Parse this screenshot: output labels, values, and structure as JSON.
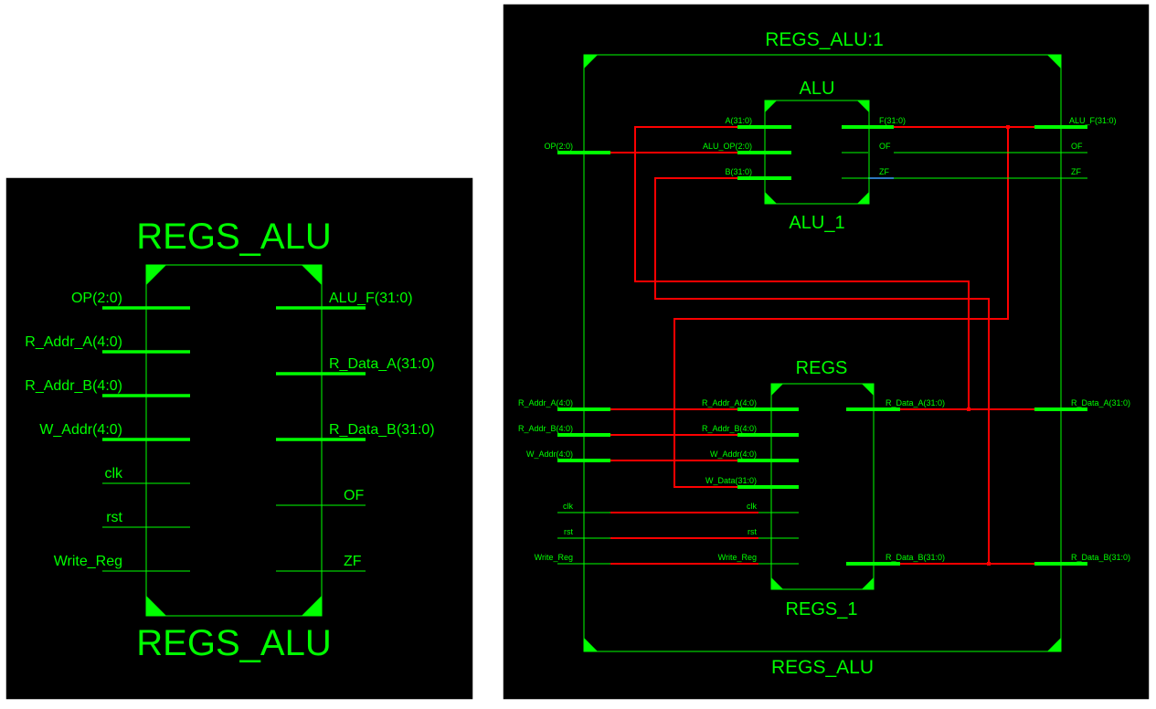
{
  "colors": {
    "background": "#000000",
    "border_frame": "#ffffff",
    "symbol": "#00ff00",
    "net": "#ff0000",
    "net_blue": "#3aa0ff"
  },
  "left_panel": {
    "title_top": "REGS_ALU",
    "title_bottom": "REGS_ALU",
    "inputs": [
      "OP(2:0)",
      "R_Addr_A(4:0)",
      "R_Addr_B(4:0)",
      "W_Addr(4:0)",
      "clk",
      "rst",
      "Write_Reg"
    ],
    "outputs": [
      "ALU_F(31:0)",
      "R_Data_A(31:0)",
      "R_Data_B(31:0)",
      "OF",
      "ZF"
    ]
  },
  "right_panel": {
    "instance_title": "REGS_ALU:1",
    "module_label": "REGS_ALU",
    "alu": {
      "type_label": "ALU",
      "instance_label": "ALU_1",
      "ports_in": [
        "A(31:0)",
        "ALU_OP(2:0)",
        "B(31:0)"
      ],
      "ports_out": [
        "F(31:0)",
        "OF",
        "ZF"
      ]
    },
    "regs": {
      "type_label": "REGS",
      "instance_label": "REGS_1",
      "ports_in": [
        "R_Addr_A(4:0)",
        "R_Addr_B(4:0)",
        "W_Addr(4:0)",
        "W_Data(31:0)",
        "clk",
        "rst",
        "Write_Reg"
      ],
      "ports_out": [
        "R_Data_A(31:0)",
        "R_Data_B(31:0)"
      ]
    },
    "top_inputs": [
      "OP(2:0)",
      "R_Addr_A(4:0)",
      "R_Addr_B(4:0)",
      "W_Addr(4:0)",
      "clk",
      "rst",
      "Write_Reg"
    ],
    "top_outputs": [
      "ALU_F(31:0)",
      "OF",
      "ZF",
      "R_Data_A(31:0)",
      "R_Data_B(31:0)"
    ]
  }
}
